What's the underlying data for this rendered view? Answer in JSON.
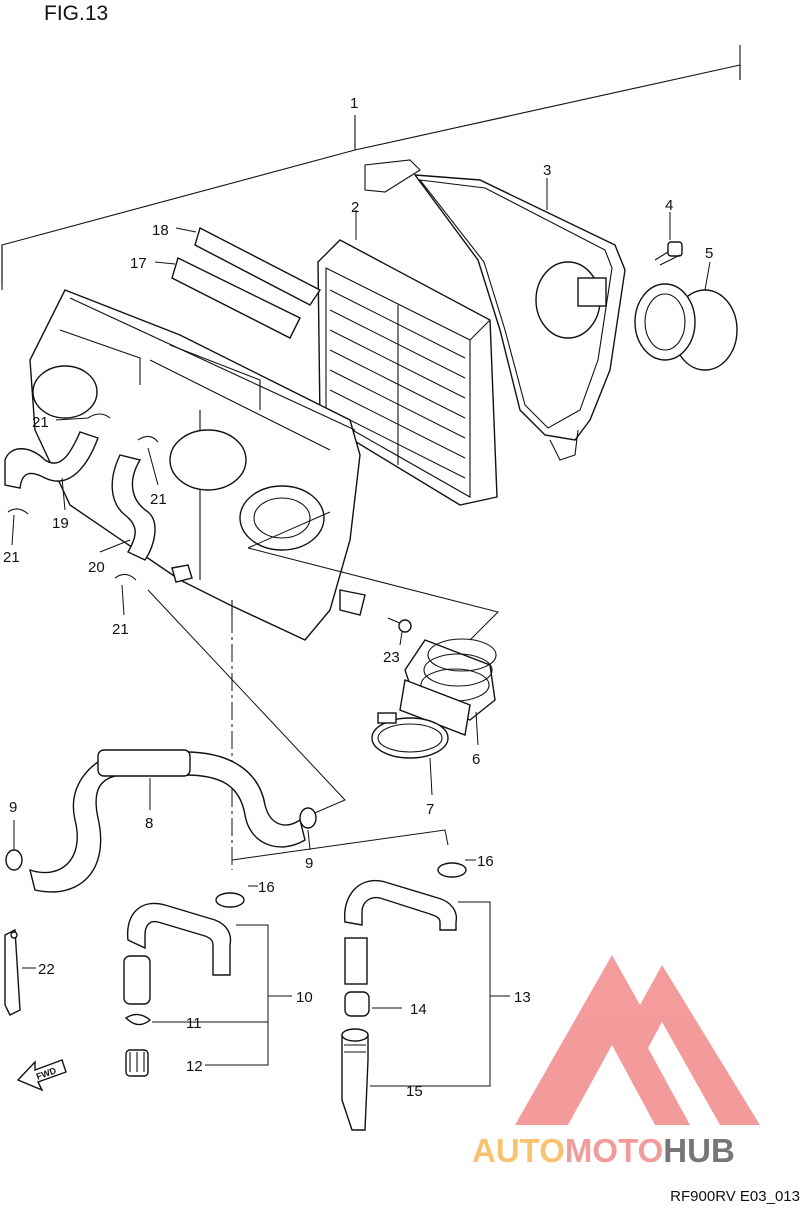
{
  "figure_label": "FIG.13",
  "footer_code": "RF900RV E03_013",
  "fwd_label": "FWD",
  "watermark": {
    "brand": "AUTOMOTOHUB",
    "auto": "AUTO",
    "moto": "MOTO",
    "hub": "HUB",
    "color_red": "#f07a7a",
    "color_orange": "#f5b041",
    "color_dark": "#4a4a4a"
  },
  "callouts": {
    "c1": "1",
    "c2": "2",
    "c3": "3",
    "c4": "4",
    "c5": "5",
    "c6": "6",
    "c7": "7",
    "c8": "8",
    "c9a": "9",
    "c9b": "9",
    "c10": "10",
    "c11": "11",
    "c12": "12",
    "c13": "13",
    "c14": "14",
    "c15": "15",
    "c16a": "16",
    "c16b": "16",
    "c17": "17",
    "c18": "18",
    "c19": "19",
    "c20": "20",
    "c21a": "21",
    "c21b": "21",
    "c21c": "21",
    "c21d": "21",
    "c22": "22",
    "c23": "23"
  }
}
